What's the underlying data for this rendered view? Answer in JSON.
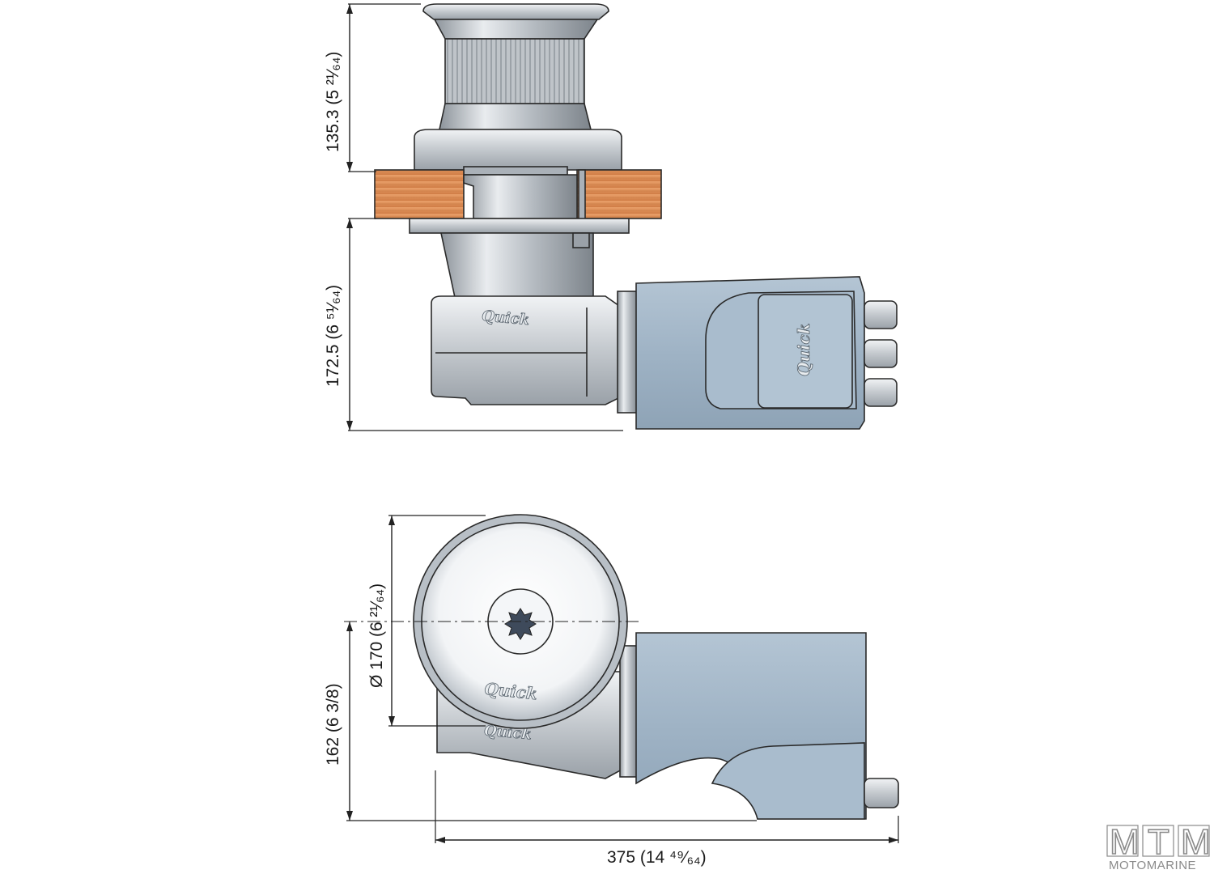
{
  "dimensions": {
    "capstan_height": "135.3 (5 ²¹⁄₆₄)",
    "body_height": "172.5 (6 ⁵¹⁄₆₄)",
    "drum_diameter": "Ø 170 (6 ²¹⁄₆₄)",
    "plan_depth": "162 (6 3/8)",
    "overall_length": "375 (14 ⁴⁹⁄₆₄)"
  },
  "logos": {
    "brand": "Quick"
  },
  "watermark": {
    "letters": [
      "M",
      "T",
      "M"
    ],
    "subtitle": "MOTOMARINE"
  },
  "colors": {
    "wood": "#d98a52",
    "motor": "#9fb4c6",
    "steel": "#c9cdd2"
  }
}
